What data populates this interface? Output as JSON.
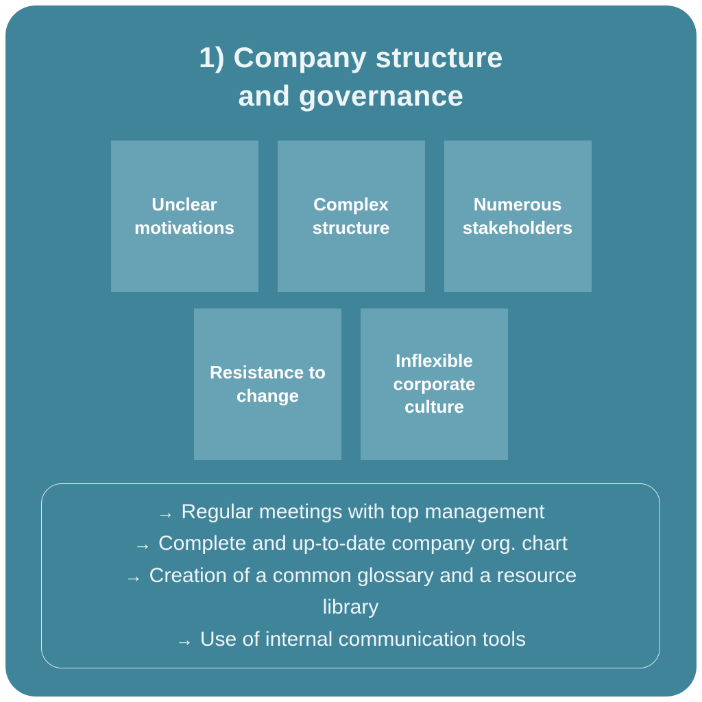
{
  "title": {
    "line1": "1) Company structure",
    "line2": "and governance"
  },
  "challenges": [
    {
      "label": "Unclear motivations"
    },
    {
      "label": "Complex structure"
    },
    {
      "label": "Numerous stakeholders"
    },
    {
      "label": "Resistance to change"
    },
    {
      "label": "Inflexible corporate culture"
    }
  ],
  "solutions": {
    "arrow_glyph": "→",
    "items": [
      "Regular meetings with top management",
      "Complete and up-to-date company org. chart",
      "Creation of a common glossary and a resource library",
      "Use of internal communication tools"
    ]
  },
  "colors": {
    "page_background": "#ffffff",
    "panel_background": "#40849a",
    "box_background": "#68a3b5",
    "text": "#edf5f7"
  }
}
